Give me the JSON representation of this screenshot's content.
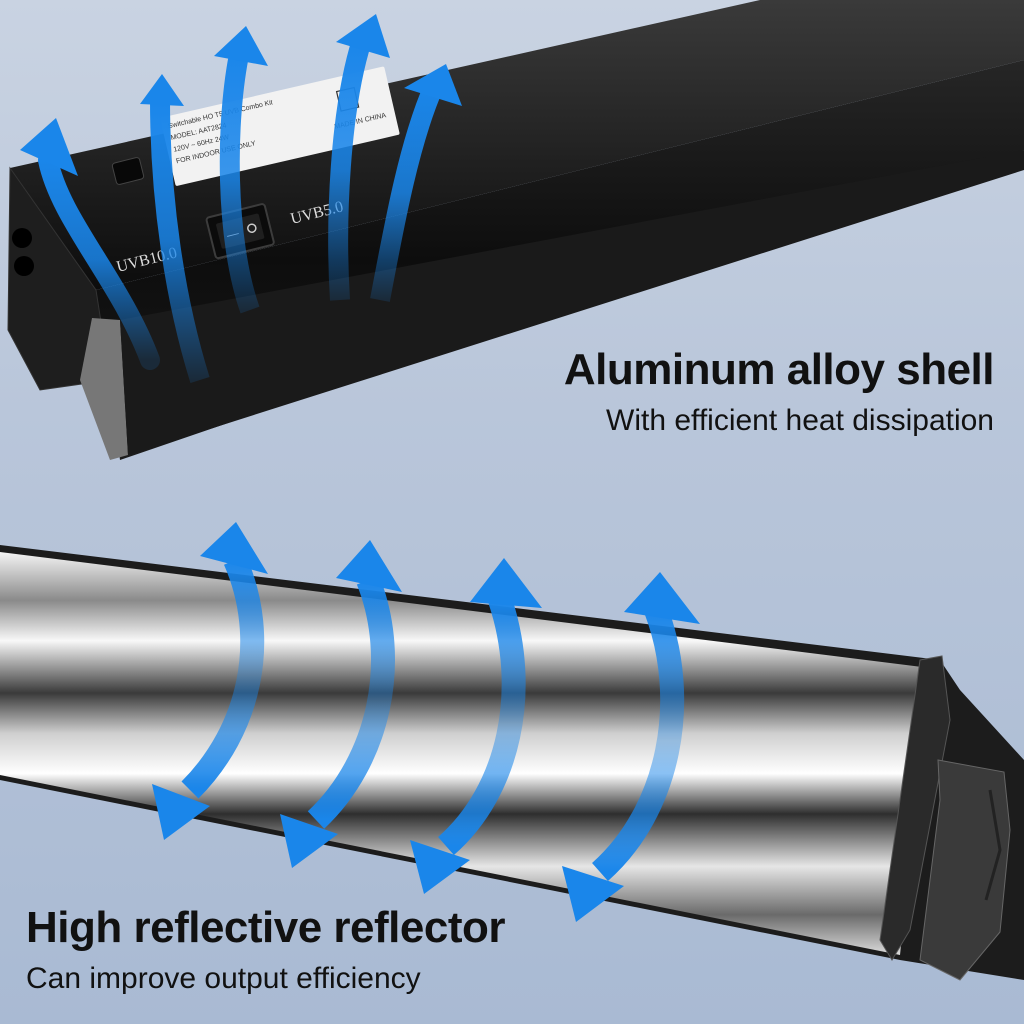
{
  "top_product": {
    "label_lines": [
      "Switchable HO T5 UVB Combo Kit",
      "MODEL: AAT2824",
      "120V ~ 60Hz 24W",
      "FOR INDOOR USE ONLY"
    ],
    "made_in": "MADE IN CHINA",
    "uvb_left": "UVB10.0",
    "uvb_right": "UVB5.0"
  },
  "feature_1": {
    "title": "Aluminum alloy shell",
    "subtitle": "With efficient heat dissipation"
  },
  "feature_2": {
    "title": "High reflective reflector",
    "subtitle": "Can improve output efficiency"
  },
  "colors": {
    "arrow_blue": "#1a86ea",
    "background": "#b9c6da",
    "shell_black": "#161616"
  }
}
